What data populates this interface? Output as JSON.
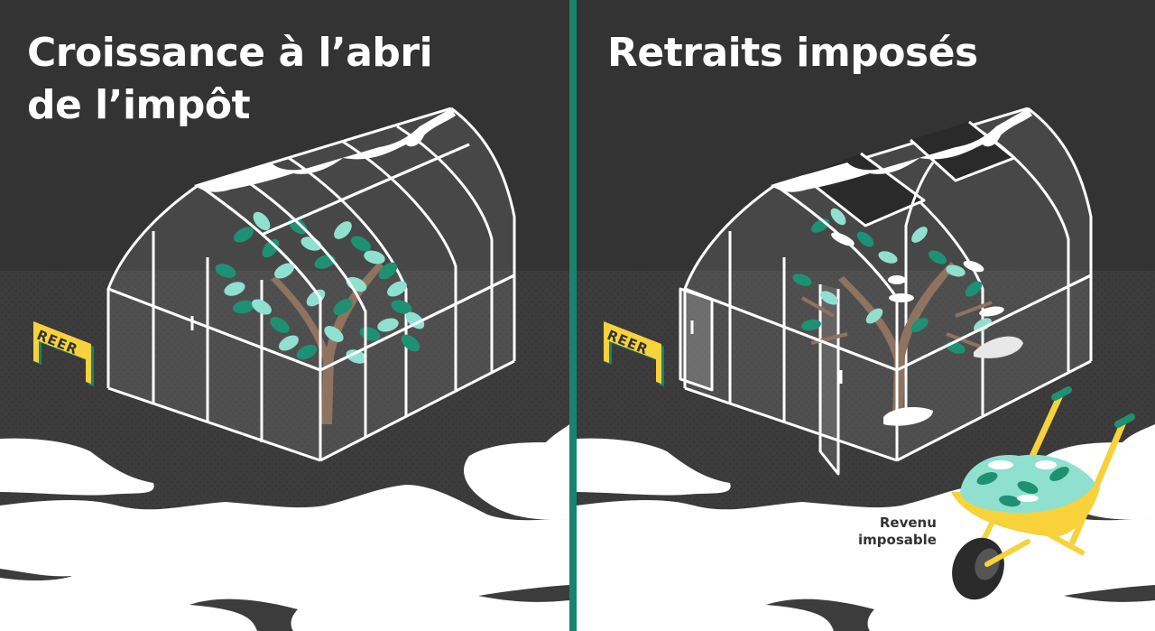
{
  "colors": {
    "sky": "#333333",
    "ground": "#3d3c3d",
    "divider": "#17846b",
    "leaf_light": "#8fe0cf",
    "leaf_dark": "#1e9173",
    "trunk": "#8f7361",
    "sign_yellow": "#f7d23b",
    "sign_green": "#17846b",
    "wheelbarrow_yellow": "#f7d23b",
    "wheel": "#2b2b2b",
    "snow": "#ffffff"
  },
  "left_panel": {
    "title_line1": "Croissance à l’abri",
    "title_line2": "de l’impôt",
    "sign_label": "REER"
  },
  "right_panel": {
    "title": "Retraits imposés",
    "sign_label": "REER",
    "caption_line1": "Revenu",
    "caption_line2": "imposable"
  }
}
